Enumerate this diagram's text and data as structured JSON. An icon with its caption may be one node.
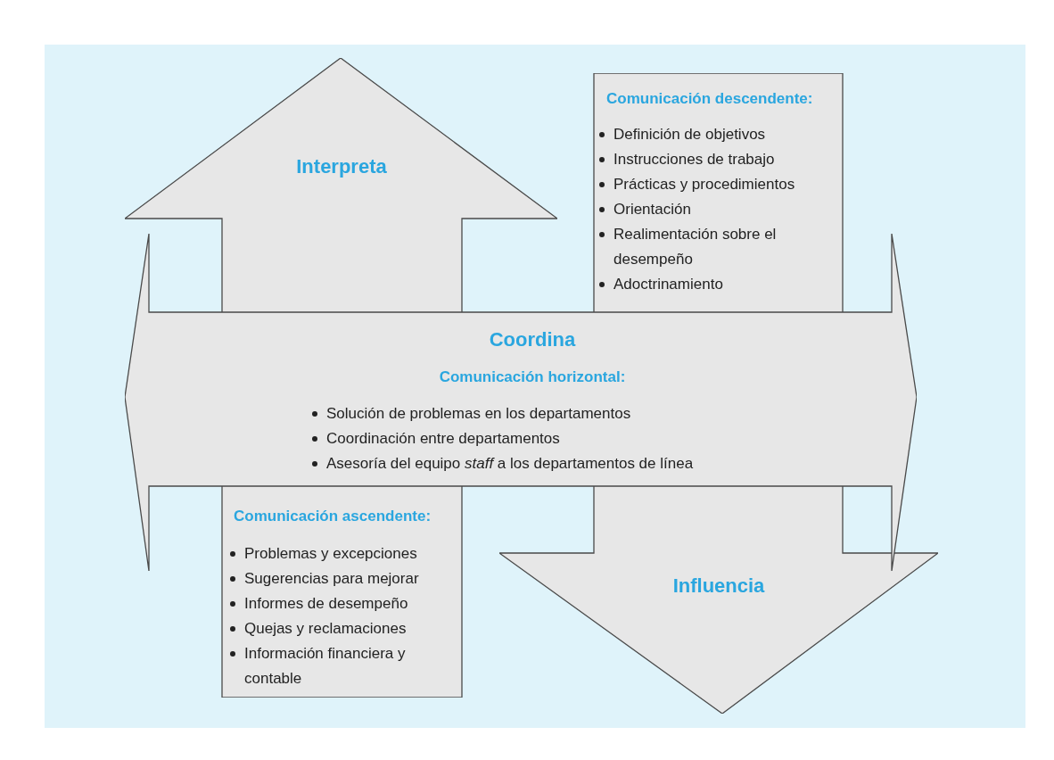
{
  "diagram": {
    "nodes": [
      {
        "text": [
          "Interpreta",
          "Comunicación ascendente:",
          "Problemas y excepciones",
          "Sugerencias para mejorar",
          "Informes de desempeño",
          "Quejas y reclamaciones",
          "Información financiera y contable"
        ]
      },
      {
        "text": [
          "Comunicación descendente:",
          "Definición de objetivos",
          "Instrucciones de trabajo",
          "Prácticas y procedimientos",
          "Orientación",
          "Realimentación sobre el desempeño",
          "Adoctrinamiento",
          "Influencia"
        ]
      },
      {
        "text": [
          "Coordina",
          "Comunicación horizontal:",
          "Solución de problemas en los departamentos",
          "Coordinación entre departamentos",
          "Asesoría del equipo *staff* a los departamentos de línea"
        ]
      }
    ],
    "edges": []
  }
}
